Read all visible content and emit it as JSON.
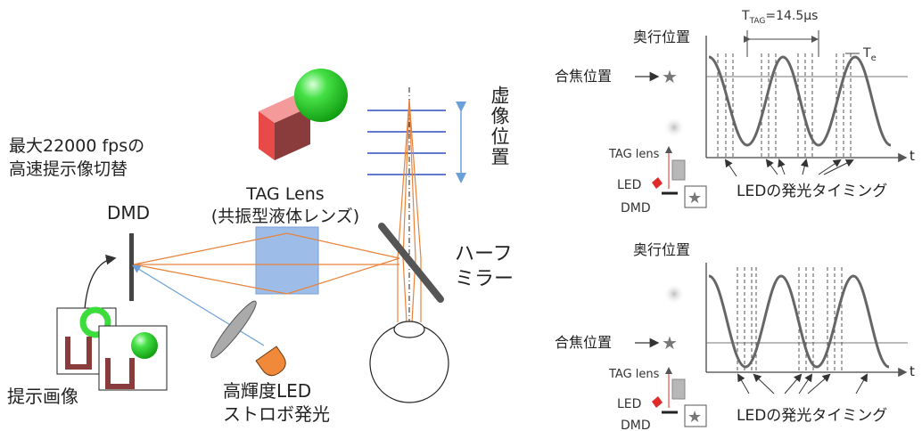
{
  "left_diagram": {
    "fps_label_line1": "最大22000 fpsの",
    "fps_label_line2": "高速提示像切替",
    "dmd_label": "DMD",
    "tag_lens_line1": "TAG Lens",
    "tag_lens_line2": "(共振型液体レンズ)",
    "half_mirror_line1": "ハーフ",
    "half_mirror_line2": "ミラー",
    "virtual_image_position": "虚像位置",
    "presented_image": "提示画像",
    "led_line1": "高輝度LED",
    "led_line2": "ストロボ発光",
    "colors": {
      "optical_path": "#e8823a",
      "led_path": "#6aa0d8",
      "lens_fill": "#9dbde8",
      "image_plane": "#2f4fbf",
      "sphere": "#3ddc3d",
      "cube": "#e84a4a",
      "led_cap": "#f08a3a"
    }
  },
  "timing_panels": [
    {
      "depth_label": "奥行位置",
      "tag_period": "=14.5μs",
      "tag_sym": "T",
      "tag_sub": "TAG",
      "te_sym": "T",
      "te_sub": "e",
      "focus_label": "合焦位置",
      "t_axis": "t",
      "tag_lens": "TAG lens",
      "led": "LED",
      "dmd": "DMD",
      "led_timing": "LEDの発光タイミング"
    },
    {
      "depth_label": "奥行位置",
      "focus_label": "合焦位置",
      "t_axis": "t",
      "tag_lens": "TAG lens",
      "led": "LED",
      "dmd": "DMD",
      "led_timing": "LEDの発光タイミング"
    }
  ]
}
